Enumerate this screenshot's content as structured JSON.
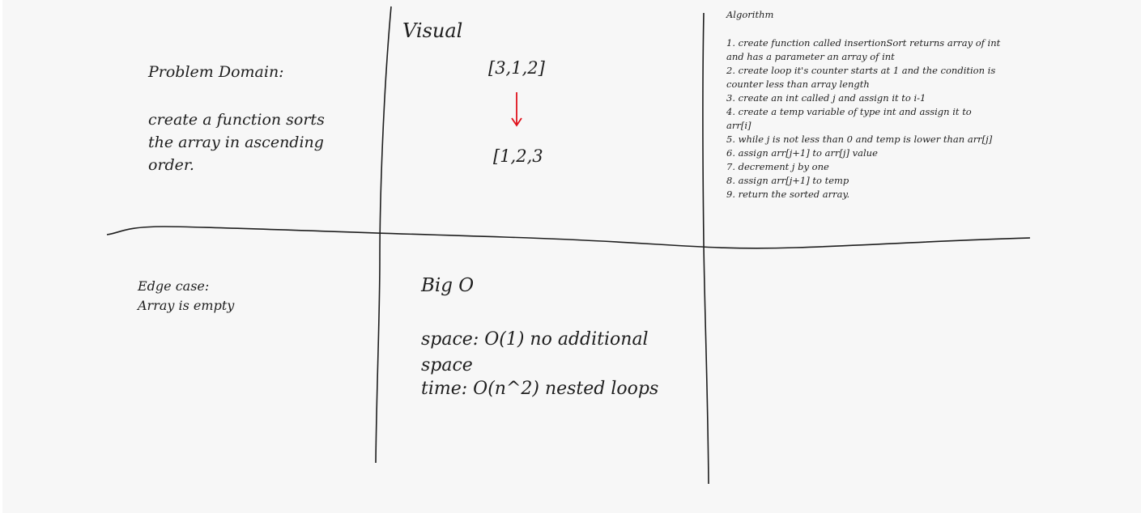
{
  "problem_domain": {
    "title": "Problem Domain:",
    "text": "create a function sorts the array in ascending order."
  },
  "visual": {
    "title": "Visual",
    "input": "[3,1,2]",
    "output": "[1,2,3",
    "arrow_color": "#e0111b"
  },
  "algorithm": {
    "title": "Algorithm",
    "steps": [
      "1. create function called insertionSort returns array of int",
      "and has a parameter an array of int",
      "2. create loop it's counter starts at 1 and the condition is",
      "counter less than array length",
      "3. create an int called j and assign it to i-1",
      "4. create a temp variable of type int and assign it to",
      "arr[i]",
      "5. while j is not less than 0 and temp is lower than arr[j]",
      "6. assign arr[j+1] to arr[j] value",
      "7. decrement j by one",
      "8. assign arr[j+1] to temp",
      "9. return the sorted array."
    ]
  },
  "edge_case": {
    "title": "Edge case:",
    "text": "Array is empty"
  },
  "big_o": {
    "title": "Big O",
    "space": "space: O(1) no additional space",
    "time": "time: O(n^2) nested loops"
  }
}
